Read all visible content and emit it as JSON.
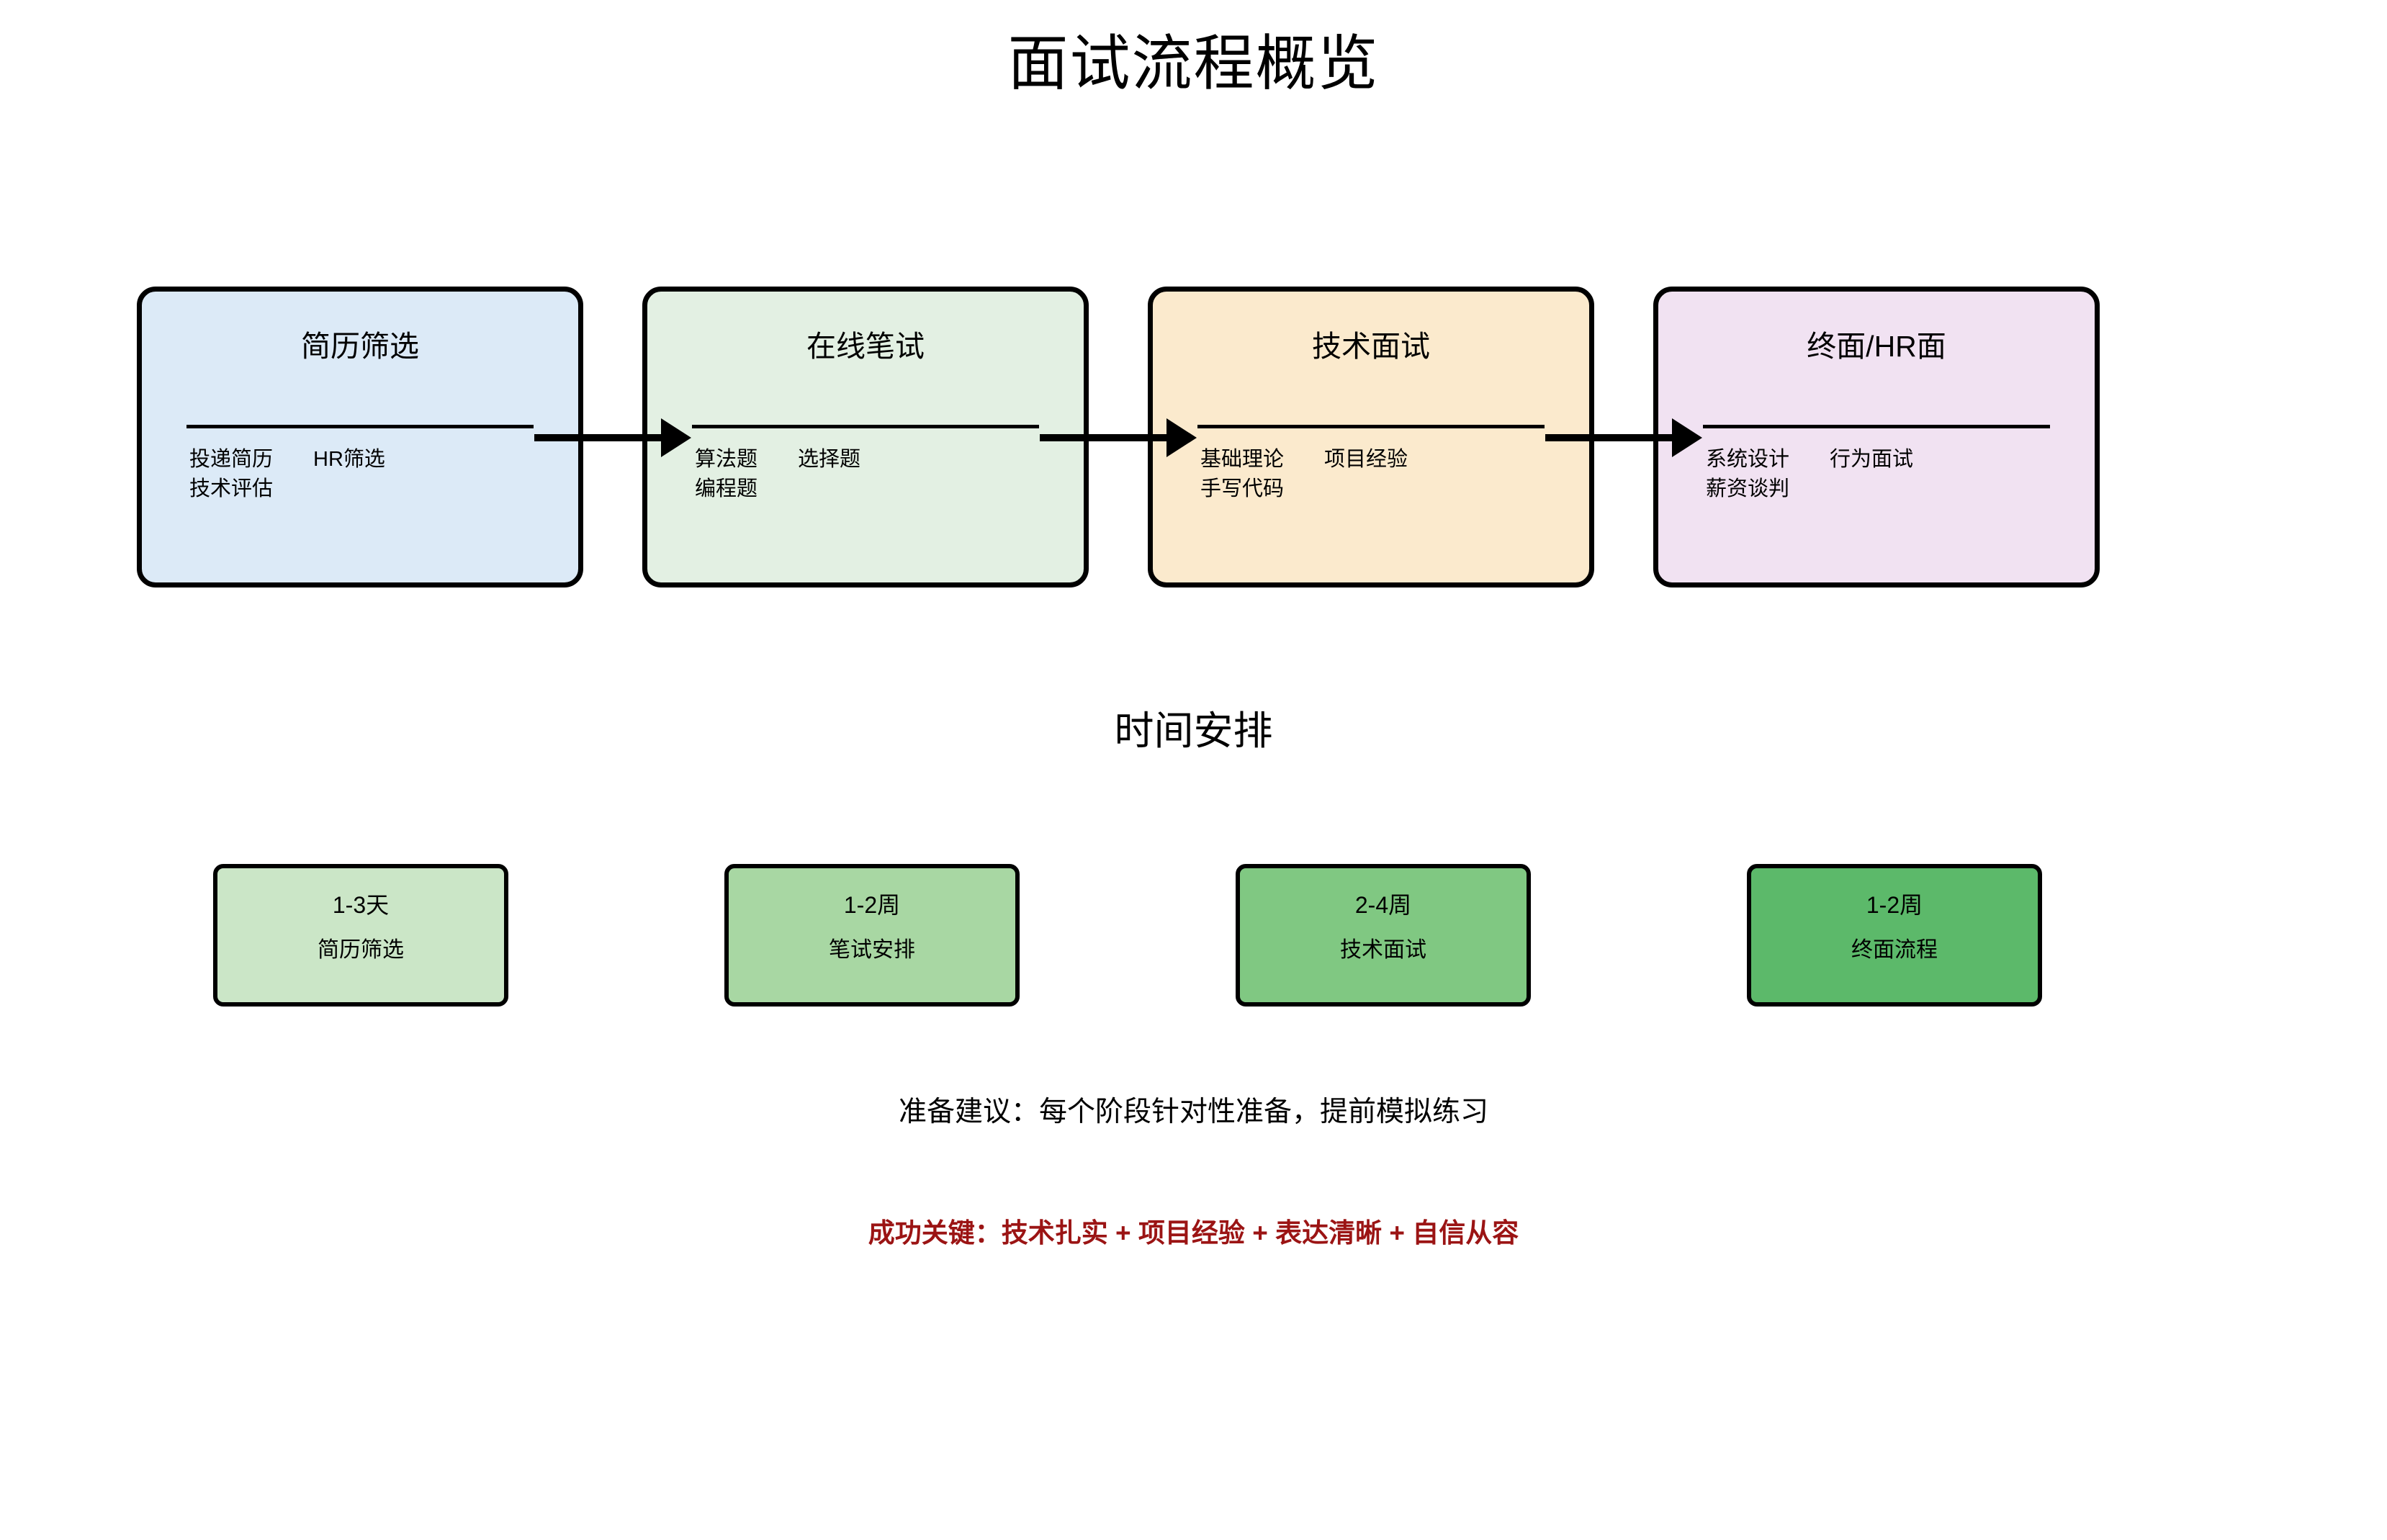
{
  "title": "面试流程概览",
  "colors": {
    "stage_fills": [
      "#dceaf7",
      "#e3f0e3",
      "#fbeacd",
      "#f1e2f2"
    ],
    "timeline_fills": [
      "#cbe6c7",
      "#a8d7a3",
      "#80c882",
      "#5cb96a"
    ],
    "stroke": "#000000",
    "key_text": "#9b1414",
    "background": "#ffffff"
  },
  "flow": {
    "stages": [
      {
        "title": "简历筛选",
        "items_line1_a": "投递简历",
        "items_line1_b": "HR筛选",
        "items_line2": "技术评估"
      },
      {
        "title": "在线笔试",
        "items_line1_a": "算法题",
        "items_line1_b": "选择题",
        "items_line2": "编程题"
      },
      {
        "title": "技术面试",
        "items_line1_a": "基础理论",
        "items_line1_b": "项目经验",
        "items_line2": "手写代码"
      },
      {
        "title": "终面/HR面",
        "items_line1_a": "系统设计",
        "items_line1_b": "行为面试",
        "items_line2": "薪资谈判"
      }
    ],
    "arrow_icon": "arrow-right-icon"
  },
  "timeline": {
    "heading": "时间安排",
    "items": [
      {
        "duration": "1-3天",
        "label": "简历筛选"
      },
      {
        "duration": "1-2周",
        "label": "笔试安排"
      },
      {
        "duration": "2-4周",
        "label": "技术面试"
      },
      {
        "duration": "1-2周",
        "label": "终面流程"
      }
    ]
  },
  "notes": {
    "preparation": "准备建议：每个阶段针对性准备，提前模拟练习",
    "success_key": "成功关键：技术扎实 + 项目经验 + 表达清晰 + 自信从容"
  }
}
